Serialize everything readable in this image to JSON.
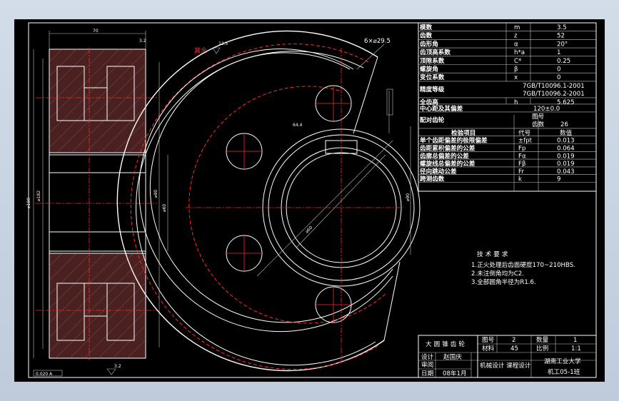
{
  "drawing": {
    "title_label": "技术要求",
    "note_mark": "其余",
    "hole_label": "6×⌀29.5",
    "requirements": [
      "1.正火处理后齿面硬度170~210HBS.",
      "2.未注倒角均为C2.",
      "3.全部圆角半径为R1.6."
    ]
  },
  "param_table": {
    "rows": [
      {
        "name": "模数",
        "symbol": "m",
        "value": "3.5"
      },
      {
        "name": "齿数",
        "symbol": "z",
        "value": "52"
      },
      {
        "name": "齿形角",
        "symbol": "α",
        "value": "20°"
      },
      {
        "name": "齿顶高系数",
        "symbol": "h*a",
        "value": "1"
      },
      {
        "name": "顶隙系数",
        "symbol": "C*",
        "value": "0.25"
      },
      {
        "name": "螺旋角",
        "symbol": "β",
        "value": "0"
      },
      {
        "name": "变位系数",
        "symbol": "x",
        "value": "0"
      }
    ],
    "precision": {
      "name": "精度等级",
      "line1": "7GB/T10096.1-2001",
      "line2": "7GB/T10096.2-2001"
    },
    "full_height": {
      "name": "全齿高",
      "symbol": "h",
      "value": "5.625"
    },
    "center": {
      "name": "中心距及其偏差",
      "value": "120±0.0"
    },
    "mating": {
      "name": "配对齿轮",
      "sub1": "图号",
      "sub2": "齿数",
      "value": "26"
    },
    "inspect_header": {
      "name": "检验项目",
      "symbol": "代号",
      "value": "数值"
    },
    "inspect": [
      {
        "name": "单个齿距偏差的极限偏差",
        "symbol": "±fpt",
        "value": "0.013"
      },
      {
        "name": "齿距累积偏差的公差",
        "symbol": "Fp",
        "value": "0.064"
      },
      {
        "name": "齿廓总偏差的公差",
        "symbol": "Fα",
        "value": "0.019"
      },
      {
        "name": "螺旋线总偏差的公差",
        "symbol": "Fβ",
        "value": "0.019"
      },
      {
        "name": "径向跳动公差",
        "symbol": "Fr",
        "value": "0.043"
      },
      {
        "name": "跨测齿数",
        "symbol": "k",
        "value": "9"
      }
    ]
  },
  "title_block": {
    "part_name": "大圆锥齿轮",
    "drawing_no_label": "图号",
    "drawing_no": "2",
    "quantity_label": "数量",
    "quantity": "1",
    "material_label": "材料",
    "material": "45",
    "scale_label": "比例",
    "scale": "1:1",
    "design_label": "设计",
    "designer": "赵国庆",
    "review_label": "审阅",
    "date_label": "日期",
    "date": "08年1月",
    "course": "机械设计 课程设计",
    "school": "湖南工业大学",
    "class": "机工05-1班"
  }
}
